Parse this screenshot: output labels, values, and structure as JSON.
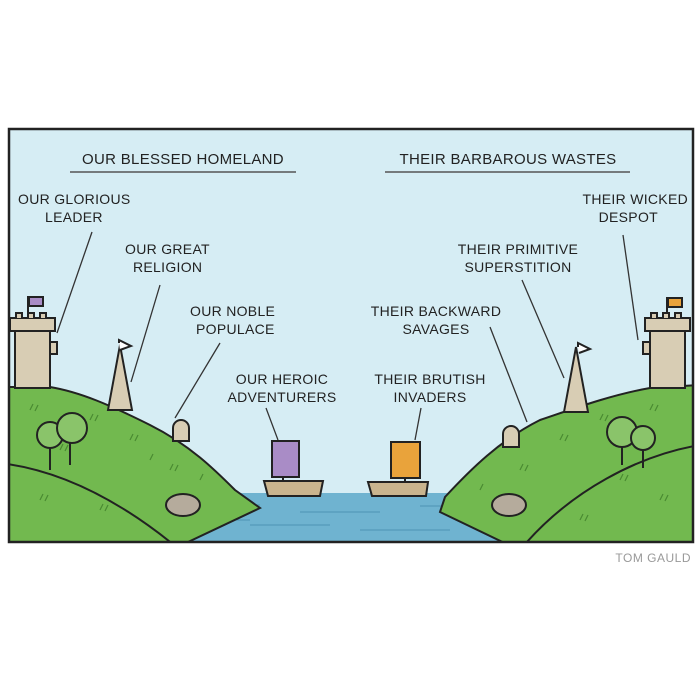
{
  "comic": {
    "left_title": "OUR BLESSED HOMELAND",
    "right_title": "THEIR BARBAROUS WASTES",
    "left_labels": [
      {
        "line1": "OUR GLORIOUS",
        "line2": "LEADER"
      },
      {
        "line1": "OUR GREAT",
        "line2": "RELIGION"
      },
      {
        "line1": "OUR NOBLE",
        "line2": "POPULACE"
      },
      {
        "line1": "OUR HEROIC",
        "line2": "ADVENTURERS"
      }
    ],
    "right_labels": [
      {
        "line1": "THEIR WICKED",
        "line2": "DESPOT"
      },
      {
        "line1": "THEIR PRIMITIVE",
        "line2": "SUPERSTITION"
      },
      {
        "line1": "THEIR BACKWARD",
        "line2": "SAVAGES"
      },
      {
        "line1": "THEIR BRUTISH",
        "line2": "INVADERS"
      }
    ],
    "signature": "TOM GAULD"
  },
  "colors": {
    "sky": "#d6edf4",
    "grass": "#72b94f",
    "water": "#6fb3d0",
    "stone": "#d8cdb4",
    "left_flag": "#a98cc6",
    "right_flag": "#e9a33b",
    "hull": "#c9b48e"
  }
}
